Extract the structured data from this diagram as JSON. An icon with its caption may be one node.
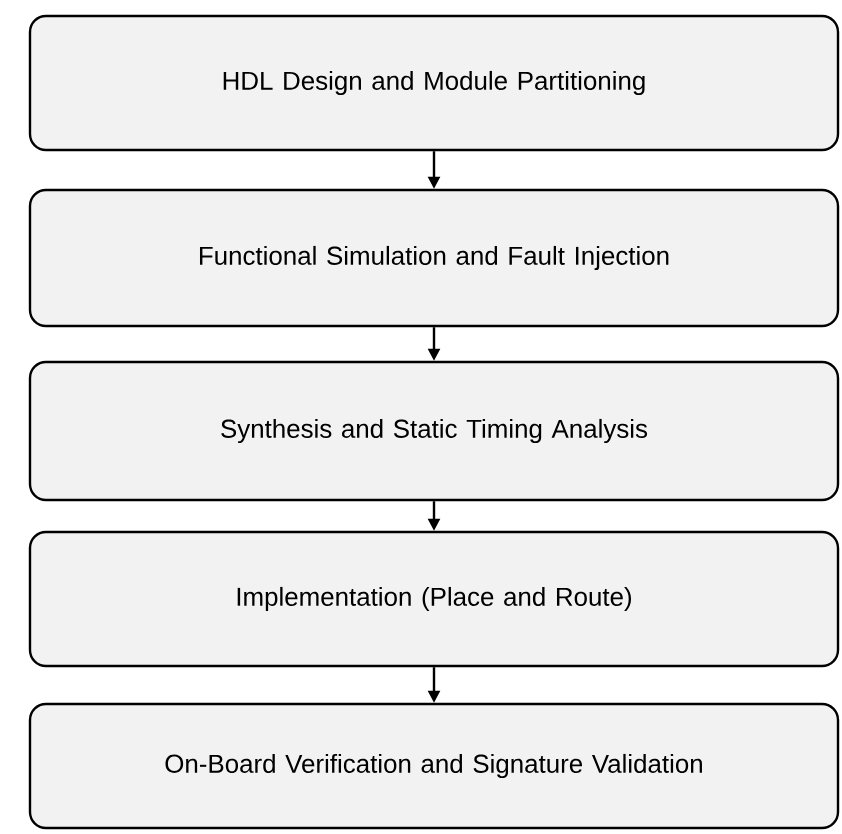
{
  "diagram": {
    "nodes": [
      {
        "text": [
          "HDL Design and Module Partitioning"
        ]
      },
      {
        "text": [
          "Functional Simulation and Fault Injection"
        ]
      },
      {
        "text": [
          "Synthesis and Static Timing Analysis"
        ]
      },
      {
        "text": [
          "Implementation (Place and Route)"
        ]
      },
      {
        "text": [
          "On-Board Verification and Signature Validation"
        ]
      }
    ],
    "edges": [
      {
        "from": 0,
        "to": 1,
        "arrow": "to"
      },
      {
        "from": 1,
        "to": 2,
        "arrow": "to"
      },
      {
        "from": 2,
        "to": 3,
        "arrow": "to"
      },
      {
        "from": 3,
        "to": 4,
        "arrow": "to"
      }
    ]
  }
}
